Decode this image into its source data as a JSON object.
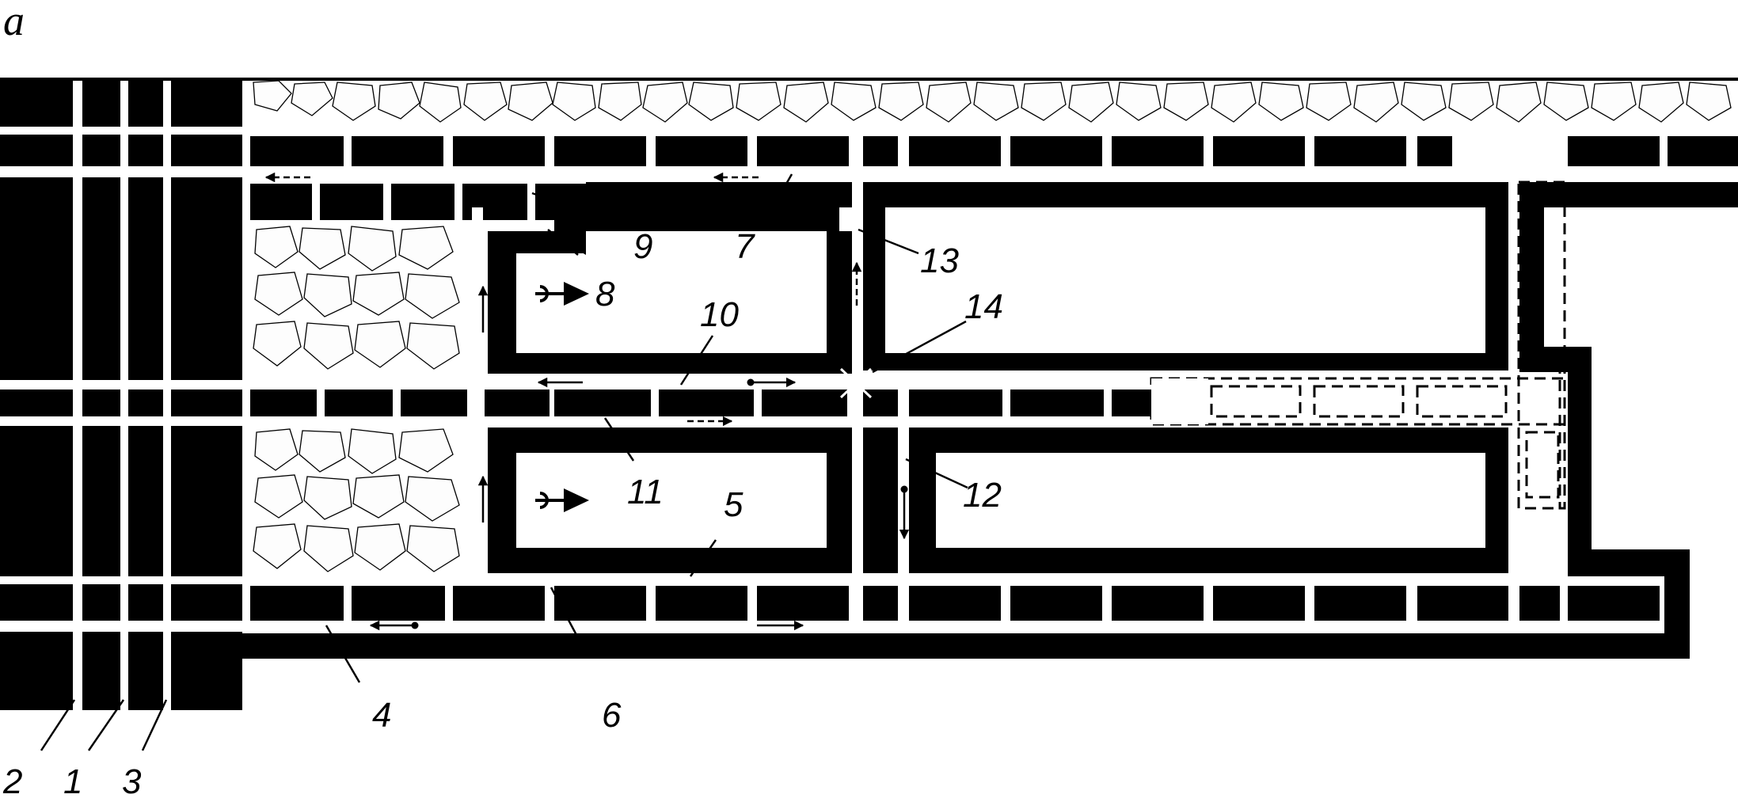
{
  "figure": {
    "panel_letter": "a",
    "labels": {
      "l1": "1",
      "l2": "2",
      "l3": "3",
      "l4": "4",
      "l5": "5",
      "l6": "6",
      "l7": "7",
      "l8": "8",
      "l9": "9",
      "l10": "10",
      "l11": "11",
      "l12": "12",
      "l13": "13",
      "l14": "14"
    }
  },
  "colors": {
    "ink": "#000000",
    "paper": "#ffffff"
  },
  "icons": [
    "machine-icon",
    "flow-arrow-icon",
    "blast-mark-icon"
  ]
}
